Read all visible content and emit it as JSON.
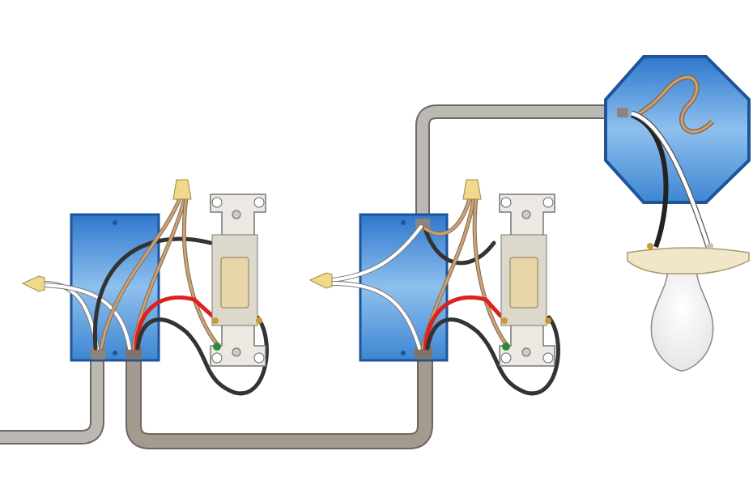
{
  "diagram": {
    "components": [
      "junction-box-left",
      "switch-left",
      "junction-box-right",
      "switch-right",
      "ceiling-box",
      "lamp-holder",
      "light-bulb",
      "wire-nut"
    ],
    "colors": {
      "box_fill": "#4a8fd6",
      "box_light": "#8ec0ee",
      "box_stroke": "#1d5598",
      "cable_light": "#bcb8b3",
      "cable_dark": "#a39a90",
      "cable_outline": "#6e6760",
      "wire_black": "#3a3a3a",
      "wire_white": "#ffffff",
      "wire_red": "#e0201c",
      "wire_copper": "#c8a27a",
      "wire_nut": "#f0d98a",
      "switch_plate": "#ece9e2",
      "toggle": "#e8d6a8",
      "bulb": "#ffffff",
      "holder": "#f1e7c8"
    }
  }
}
